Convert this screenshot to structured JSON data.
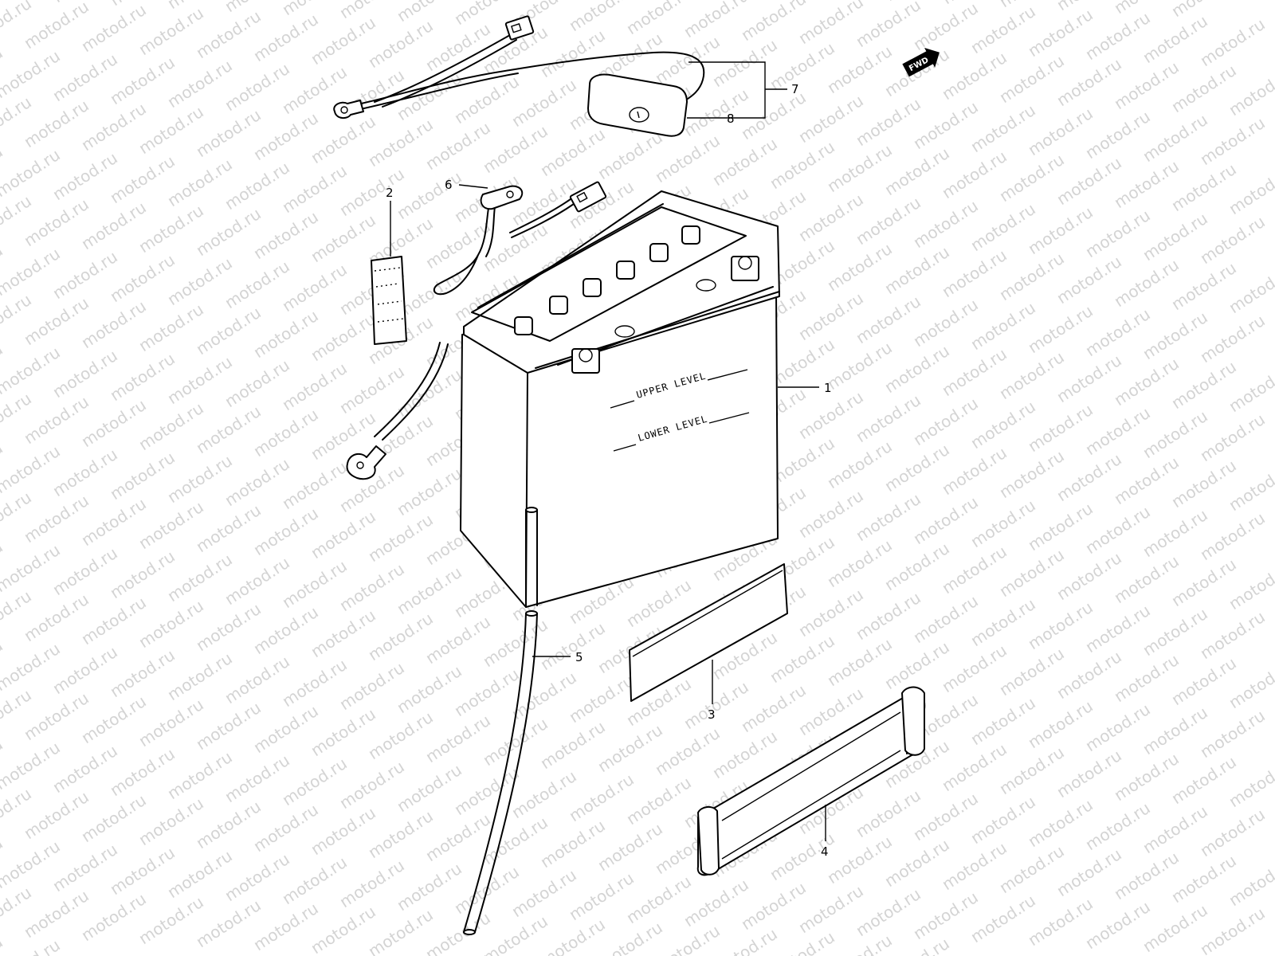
{
  "watermark": {
    "text": "motod.ru",
    "color": "#d4d4d4"
  },
  "direction_badge": {
    "label": "FWD",
    "icon": "forward-arrow-icon"
  },
  "battery_labels": {
    "upper": "UPPER LEVEL",
    "lower": "LOWER LEVEL"
  },
  "callouts": {
    "c1": "1",
    "c2": "2",
    "c3": "3",
    "c4": "4",
    "c5": "5",
    "c6": "6",
    "c7": "7",
    "c8": "8"
  }
}
